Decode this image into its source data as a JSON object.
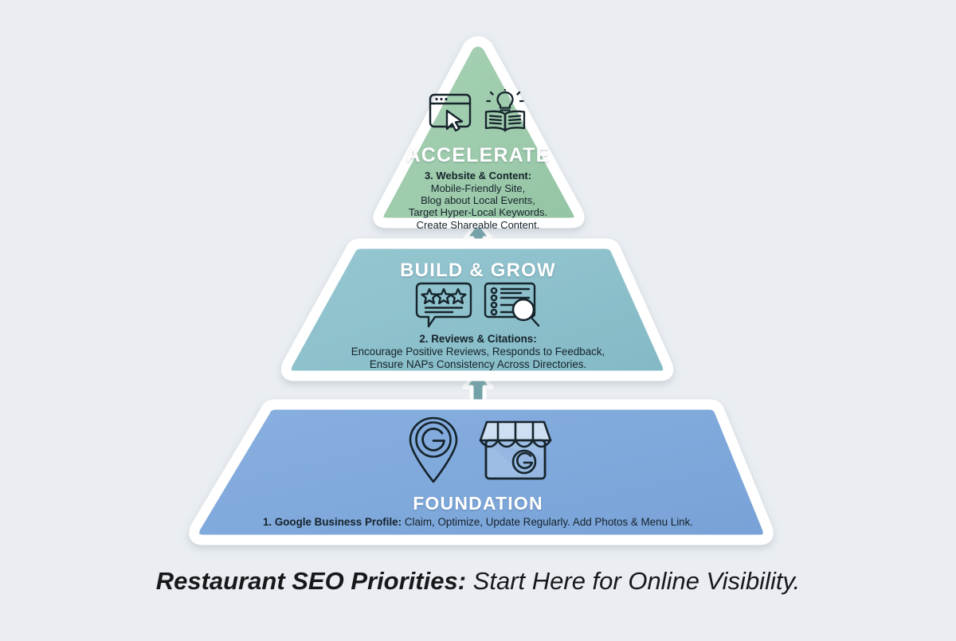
{
  "theme": {
    "background": "#eaeef2",
    "tier_top_color": "#9ecbac",
    "tier_middle_color": "#8cc0cb",
    "tier_bottom_color": "#7fa8db",
    "border_color": "#ffffff",
    "arrow_color": "#72a3a8",
    "title_color": "#ffffff",
    "body_color": "#15222b",
    "caption_color": "#16181a"
  },
  "pyramid": {
    "type": "pyramid",
    "levels": 3,
    "tiers": [
      {
        "index": 3,
        "position": "top",
        "title": "ACCELERATE",
        "lead": "3. Website & Content:",
        "body_lines": [
          "Mobile-Friendly Site,",
          "Blog about Local Events,",
          "Target Hyper-Local Keywords.",
          "Create Shareable Content."
        ],
        "color": "#9ecbac",
        "icons": [
          "browser-cursor-icon",
          "book-lightbulb-icon"
        ]
      },
      {
        "index": 2,
        "position": "middle",
        "title": "BUILD & GROW",
        "lead": "2. Reviews & Citations:",
        "body_lines": [
          "Encourage Positive Reviews, Responds to Feedback,",
          "Ensure NAPs Consistency Across Directories."
        ],
        "color": "#8cc0cb",
        "icons": [
          "review-stars-icon",
          "directory-search-icon"
        ]
      },
      {
        "index": 1,
        "position": "bottom",
        "title": "FOUNDATION",
        "lead": "1. Google Business Profile:",
        "body_lines": [
          "Claim, Optimize, Update Regularly. Add Photos & Menu Link."
        ],
        "color": "#7fa8db",
        "icons": [
          "google-map-pin-icon",
          "storefront-icon"
        ]
      }
    ],
    "connectors": [
      {
        "name": "arrow-foundation-to-build",
        "direction": "up"
      },
      {
        "name": "arrow-build-to-accelerate",
        "direction": "up"
      }
    ]
  },
  "caption": {
    "strong": "Restaurant SEO Priorities:",
    "rest": " Start Here for Online Visibility."
  }
}
